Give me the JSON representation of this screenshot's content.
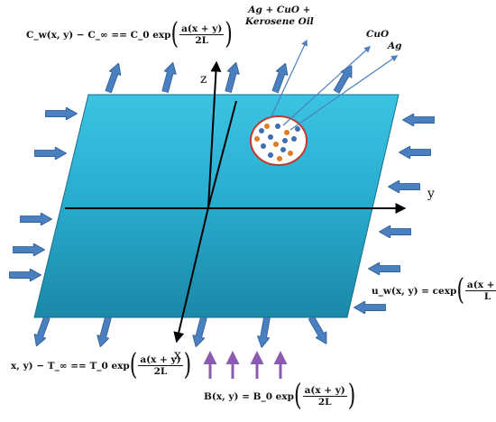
{
  "axes": {
    "z": "z",
    "y": "y",
    "x": "x"
  },
  "callout": {
    "mixture_line1": "Ag + CuO +",
    "mixture_line2": "Kerosene Oil",
    "cuo": "CuO",
    "ag": "Ag"
  },
  "concentration_eq": {
    "lhs": "C_w(x, y) − C_∞ == C_0 exp",
    "num": "a(x + y)",
    "den": "2L"
  },
  "temperature_eq": {
    "lhs": "x, y) − T_∞ == T_0 exp",
    "num": "a(x + y)",
    "den": "2L"
  },
  "velocity_eq": {
    "lhs": "u_w(x, y) = cexp",
    "num": "a(x + y)",
    "den": "L"
  },
  "magnetic_eq": {
    "lhs": "B(x, y) = B_0 exp",
    "num": "a(x + y)",
    "den": "2L"
  },
  "colors": {
    "sheet_top": "#2fb4d6",
    "sheet_bottom": "#1f8cac",
    "arrow_blue": "#4a7fc0",
    "arrow_outline": "#2f5f97",
    "magnetic_arrow": "#8a5bb0",
    "circle_border": "#c0392b",
    "ag_particle": "#3d6fb0",
    "cuo_particle": "#e07b22"
  }
}
